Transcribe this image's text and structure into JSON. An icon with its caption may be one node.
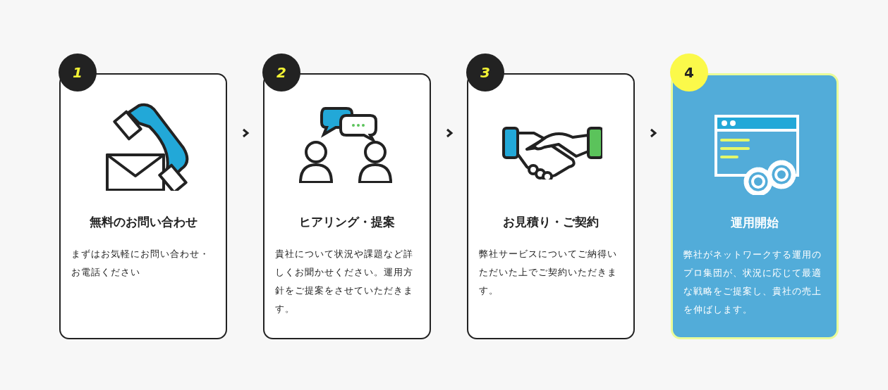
{
  "diagram": {
    "nodes": [
      {
        "text": [
          "1"
        ]
      },
      {
        "text": [
          "無料のお問い合わせ",
          "まずはお気軽にお問い合わせ・お電話ください"
        ]
      },
      {
        "text": [
          "2"
        ]
      },
      {
        "text": [
          "ヒアリング・提案",
          "貴社について状況や課題など詳しくお聞かせください。運用方針をご提案をさせていただきます。"
        ]
      },
      {
        "text": [
          "3"
        ]
      },
      {
        "text": [
          "お見積り・ご契約",
          "弊社サービスについてご納得いただいた上でご契約いただきます。"
        ]
      },
      {
        "text": [
          "4"
        ]
      },
      {
        "text": [
          "運用開始",
          "弊社がネットワークする運用のプロ集団が、状況に応じて最適な戦略をご提案し、貴社の売上を伸ばします。"
        ]
      }
    ],
    "edges": [
      {
        "from": 1,
        "to": 3,
        "arrow": "to"
      },
      {
        "from": 3,
        "to": 5,
        "arrow": "to"
      },
      {
        "from": 5,
        "to": 7,
        "arrow": "to"
      }
    ]
  }
}
